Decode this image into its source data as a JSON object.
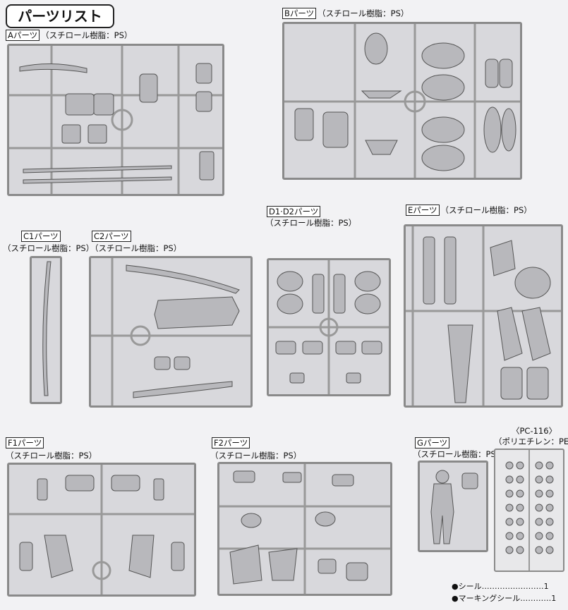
{
  "title": "パーツリスト",
  "material": "（スチロール樹脂：PS）",
  "parts": {
    "A": {
      "label": "Aパーツ",
      "material": "（スチロール樹脂：PS）"
    },
    "B": {
      "label": "Bパーツ",
      "material": "（スチロール樹脂：PS）"
    },
    "C1": {
      "label": "C1パーツ",
      "material": "（スチロール樹脂：PS）"
    },
    "C2": {
      "label": "C2パーツ",
      "material": "（スチロール樹脂：PS）"
    },
    "D": {
      "label": "D1·D2パーツ",
      "material": "（スチロール樹脂：PS）"
    },
    "E": {
      "label": "Eパーツ",
      "material": "（スチロール樹脂：PS）"
    },
    "F1": {
      "label": "F1パーツ",
      "material": "（スチロール樹脂：PS）"
    },
    "F2": {
      "label": "F2パーツ",
      "material": "（スチロール樹脂：PS）"
    },
    "G": {
      "label": "Gパーツ",
      "material": "（スチロール樹脂：PS）"
    },
    "PC": {
      "label": "〈PC-116〉",
      "material": "（ポリエチレン：PE）"
    }
  },
  "legend": [
    {
      "label": "●シール",
      "dots": "……………………",
      "count": "1"
    },
    {
      "label": "●マーキングシール",
      "dots": "…………",
      "count": "1"
    }
  ]
}
